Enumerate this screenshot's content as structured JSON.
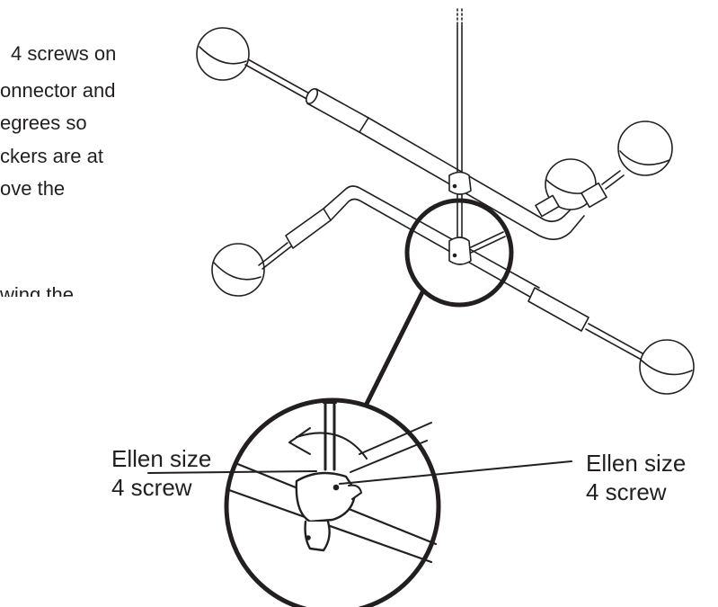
{
  "instructions": {
    "lines": [
      "4 screws on",
      "onnector and",
      "egrees so",
      "ckers are at",
      "ove the",
      "wing the"
    ]
  },
  "callouts": {
    "left": {
      "line1": "Ellen size",
      "line2": "4 screw"
    },
    "right": {
      "line1": "Ellen size",
      "line2": "4 screw"
    }
  },
  "colors": {
    "ink": "#231f20",
    "background": "#ffffff"
  }
}
